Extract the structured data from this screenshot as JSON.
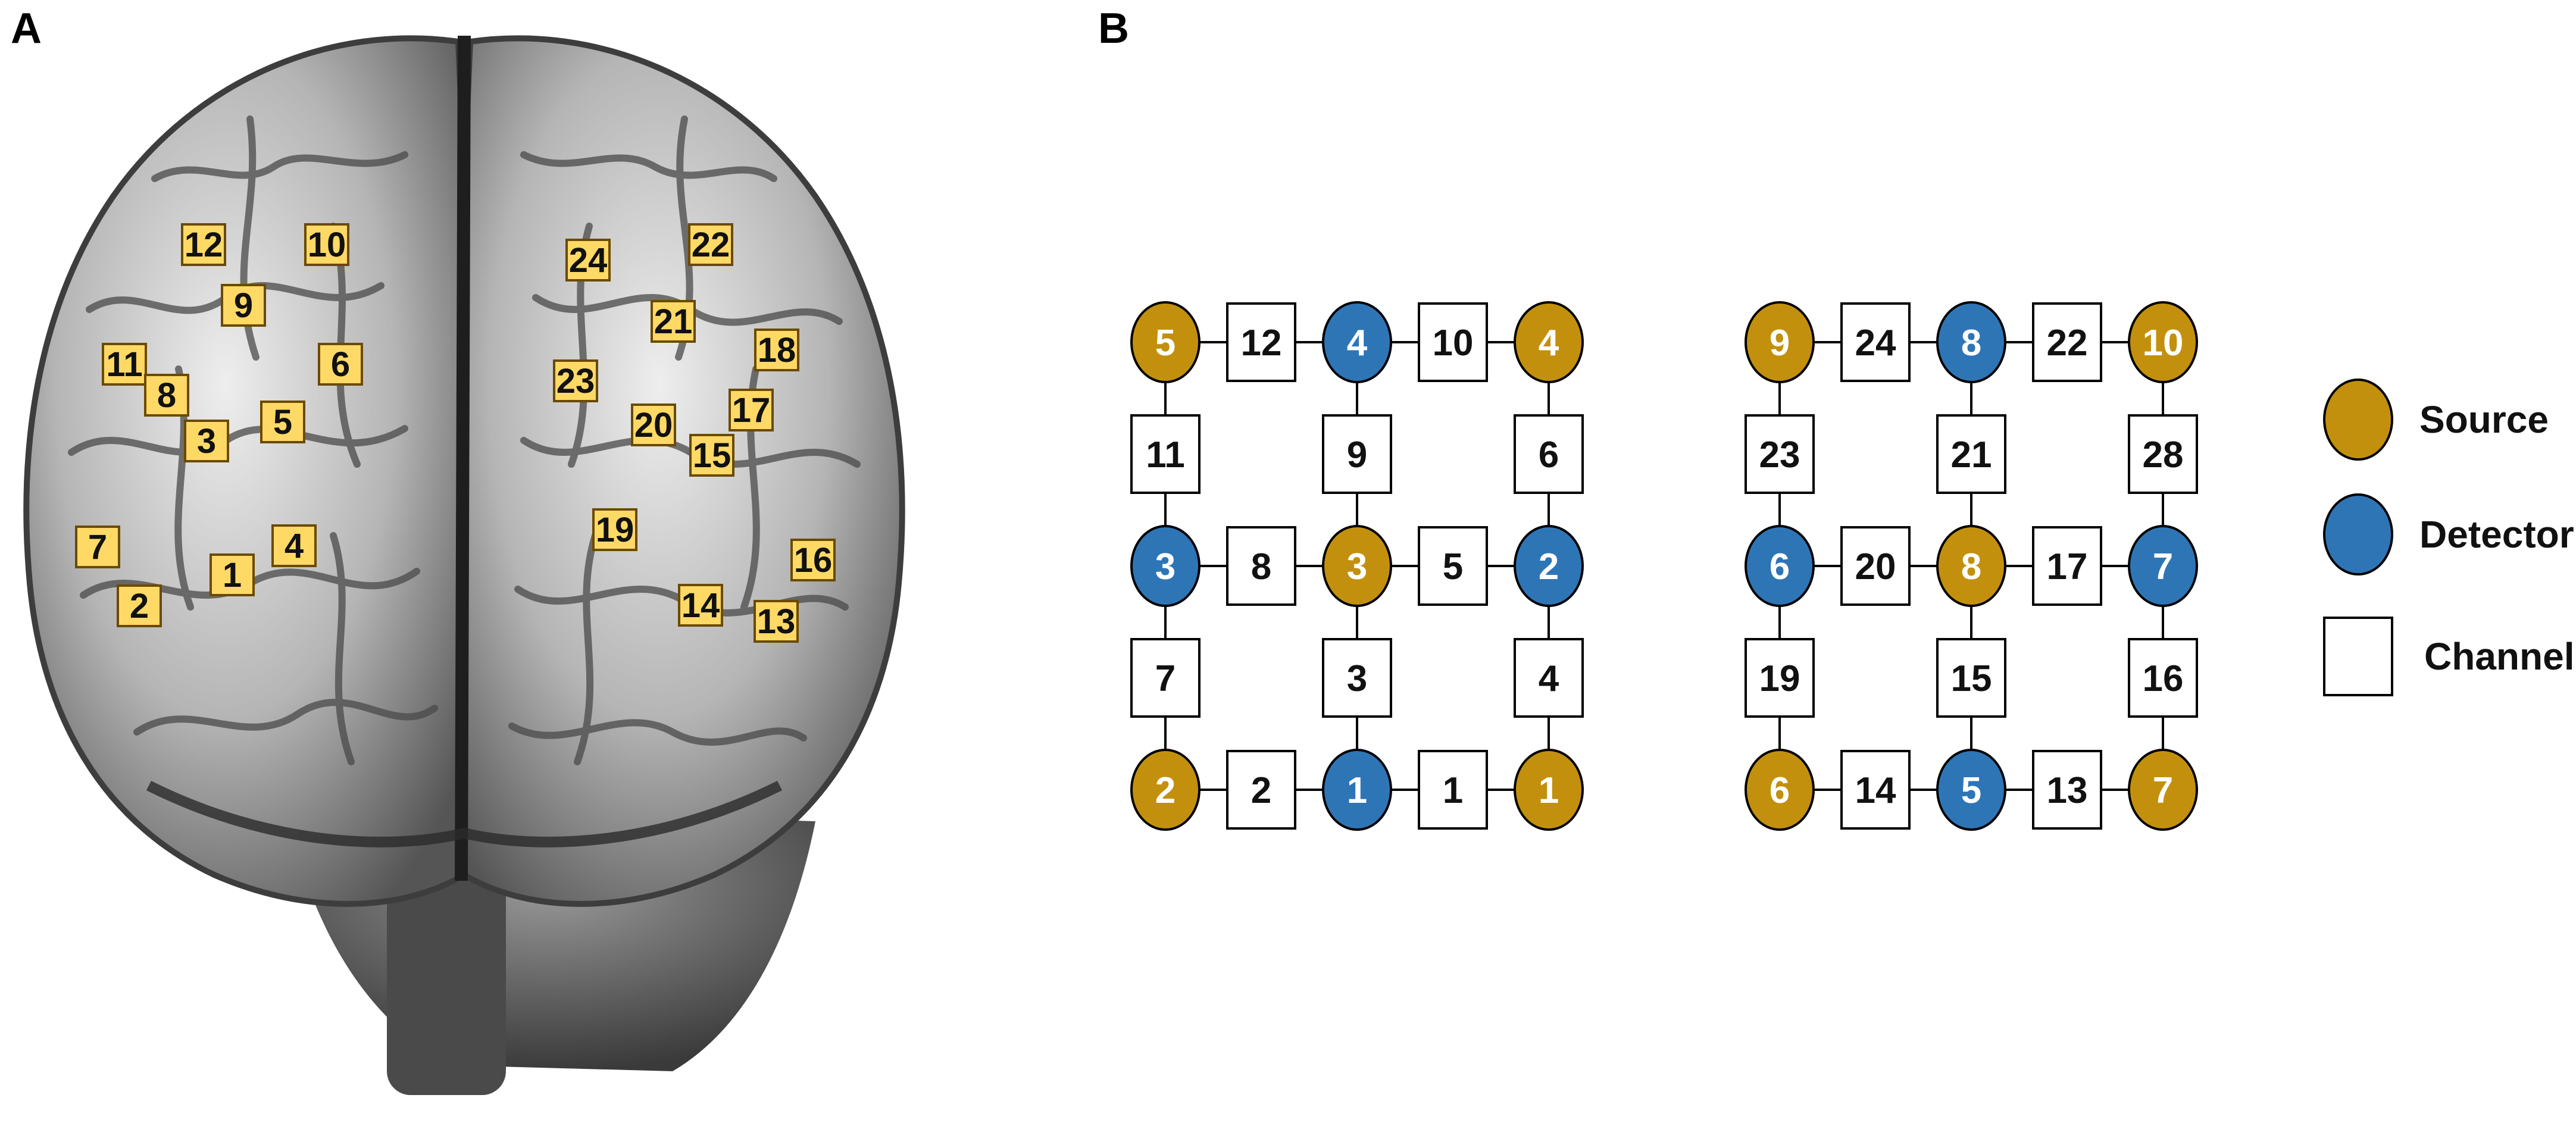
{
  "panels": {
    "a": "A",
    "b": "B"
  },
  "colors": {
    "source": "#c3900e",
    "detector": "#2e75b6",
    "channel_fill": "#ffffff",
    "label_fill": "#ffd966",
    "label_border": "#6b4a00",
    "line": "#000000"
  },
  "brain_labels": [
    "12",
    "10",
    "9",
    "6",
    "11",
    "8",
    "3",
    "5",
    "7",
    "2",
    "1",
    "4",
    "24",
    "22",
    "21",
    "18",
    "23",
    "20",
    "17",
    "15",
    "19",
    "16",
    "14",
    "13"
  ],
  "legend": {
    "source": "Source",
    "detector": "Detector",
    "channel": "Channel"
  },
  "layout_grids": [
    {
      "rows": [
        [
          {
            "kind": "source",
            "label": "5"
          },
          {
            "kind": "channel",
            "label": "12"
          },
          {
            "kind": "detector",
            "label": "4"
          },
          {
            "kind": "channel",
            "label": "10"
          },
          {
            "kind": "source",
            "label": "4"
          }
        ],
        [
          {
            "kind": "channel",
            "label": "11"
          },
          null,
          {
            "kind": "channel",
            "label": "9"
          },
          null,
          {
            "kind": "channel",
            "label": "6"
          }
        ],
        [
          {
            "kind": "detector",
            "label": "3"
          },
          {
            "kind": "channel",
            "label": "8"
          },
          {
            "kind": "source",
            "label": "3"
          },
          {
            "kind": "channel",
            "label": "5"
          },
          {
            "kind": "detector",
            "label": "2"
          }
        ],
        [
          {
            "kind": "channel",
            "label": "7"
          },
          null,
          {
            "kind": "channel",
            "label": "3"
          },
          null,
          {
            "kind": "channel",
            "label": "4"
          }
        ],
        [
          {
            "kind": "source",
            "label": "2"
          },
          {
            "kind": "channel",
            "label": "2"
          },
          {
            "kind": "detector",
            "label": "1"
          },
          {
            "kind": "channel",
            "label": "1"
          },
          {
            "kind": "source",
            "label": "1"
          }
        ]
      ]
    },
    {
      "rows": [
        [
          {
            "kind": "source",
            "label": "9"
          },
          {
            "kind": "channel",
            "label": "24"
          },
          {
            "kind": "detector",
            "label": "8"
          },
          {
            "kind": "channel",
            "label": "22"
          },
          {
            "kind": "source",
            "label": "10"
          }
        ],
        [
          {
            "kind": "channel",
            "label": "23"
          },
          null,
          {
            "kind": "channel",
            "label": "21"
          },
          null,
          {
            "kind": "channel",
            "label": "28"
          }
        ],
        [
          {
            "kind": "detector",
            "label": "6"
          },
          {
            "kind": "channel",
            "label": "20"
          },
          {
            "kind": "source",
            "label": "8"
          },
          {
            "kind": "channel",
            "label": "17"
          },
          {
            "kind": "detector",
            "label": "7"
          }
        ],
        [
          {
            "kind": "channel",
            "label": "19"
          },
          null,
          {
            "kind": "channel",
            "label": "15"
          },
          null,
          {
            "kind": "channel",
            "label": "16"
          }
        ],
        [
          {
            "kind": "source",
            "label": "6"
          },
          {
            "kind": "channel",
            "label": "14"
          },
          {
            "kind": "detector",
            "label": "5"
          },
          {
            "kind": "channel",
            "label": "13"
          },
          {
            "kind": "source",
            "label": "7"
          }
        ]
      ]
    }
  ]
}
